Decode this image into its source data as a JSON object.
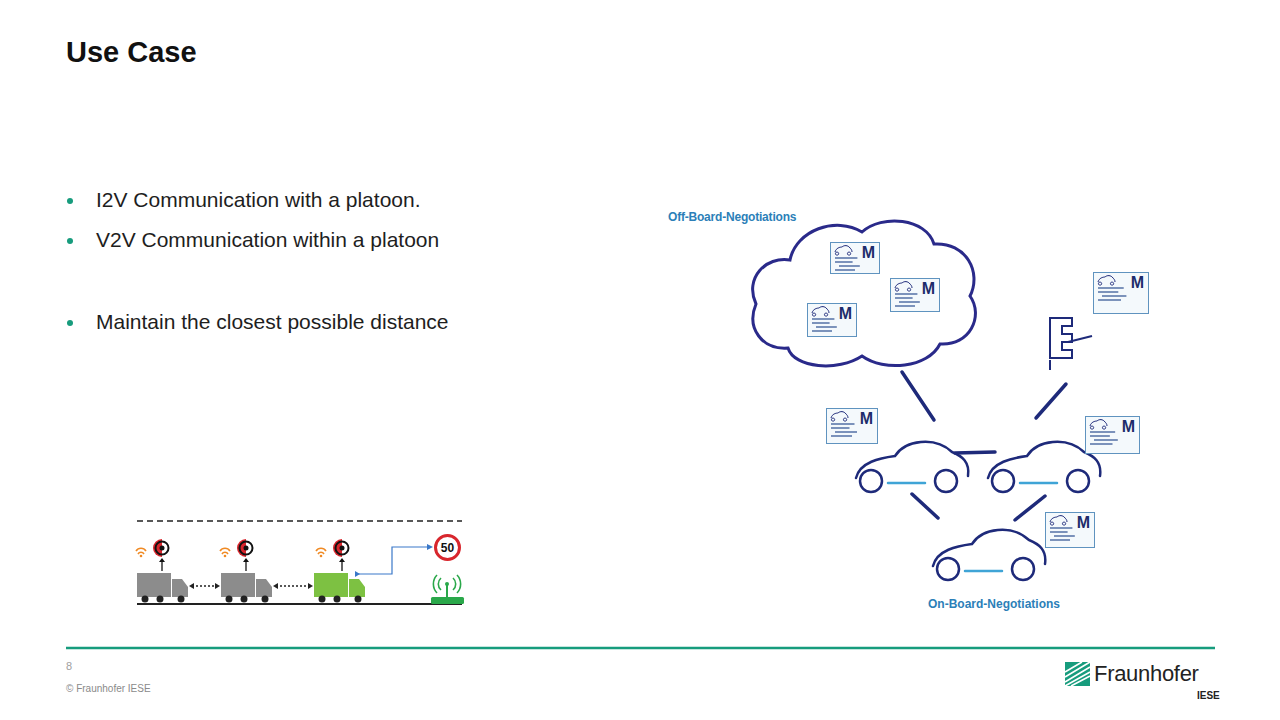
{
  "diagram": {
    "title": "Use Case",
    "nodes": [
      {
        "text": [
          "Off-Board-Negotiations"
        ]
      },
      {
        "text": [
          "M"
        ],
        "in": 0
      },
      {
        "text": [
          "M"
        ],
        "in": 0
      },
      {
        "text": [
          "M"
        ],
        "in": 0
      },
      {
        "text": [
          "M"
        ]
      },
      {
        "text": [
          "M"
        ]
      },
      {
        "text": [
          "M"
        ]
      },
      {
        "text": [
          "M"
        ]
      },
      {
        "text": [
          "50"
        ]
      }
    ],
    "labels": [
      "I2V Communication with a platoon.",
      "V2V Communication within a platoon",
      "Maintain the closest possible distance",
      "On-Board-Negotiations",
      "8",
      "© Fraunhofer IESE",
      "Fraunhofer",
      "IESE"
    ]
  }
}
